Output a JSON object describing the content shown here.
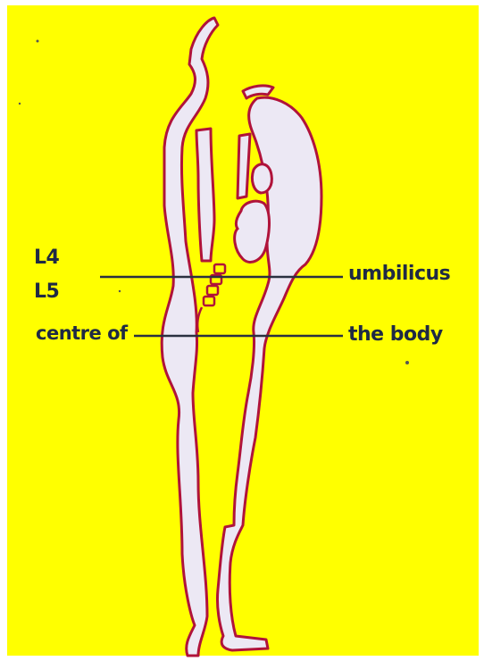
{
  "diagram": {
    "background_color": "#ffff00",
    "outline_color": "#b0133a",
    "fill_color": "#ece8f4",
    "line_color": "#2a3040",
    "labels": {
      "l4": "L4",
      "l5": "L5",
      "centre_of": "centre of",
      "umbilicus": "umbilicus",
      "the_body": "the body"
    }
  }
}
